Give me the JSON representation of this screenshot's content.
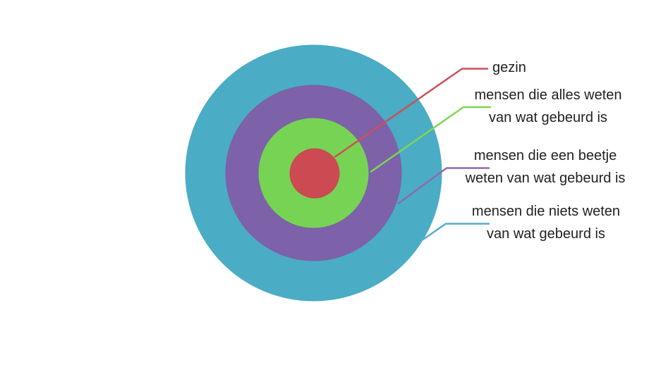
{
  "page": {
    "background_color": "#ffffff",
    "text_color": "#212121"
  },
  "diagram": {
    "type": "concentric-circles",
    "rings": [
      {
        "name": "gezin",
        "color": "#cc4a52",
        "line_color": "#cb5058",
        "label_lines": [
          "gezin"
        ]
      },
      {
        "name": "alles-weten",
        "color": "#77d354",
        "line_color": "#7dd654",
        "label_lines": [
          "mensen die alles weten",
          "van wat gebeurd is"
        ]
      },
      {
        "name": "beetje-weten",
        "color": "#7d61a9",
        "line_color": "#8d6ab0",
        "label_lines": [
          "mensen die een beetje",
          "weten van wat gebeurd is"
        ]
      },
      {
        "name": "niets-weten",
        "color": "#4aacc5",
        "line_color": "#55adc9",
        "label_lines": [
          "mensen die niets weten",
          "van wat gebeurd is"
        ]
      }
    ]
  }
}
